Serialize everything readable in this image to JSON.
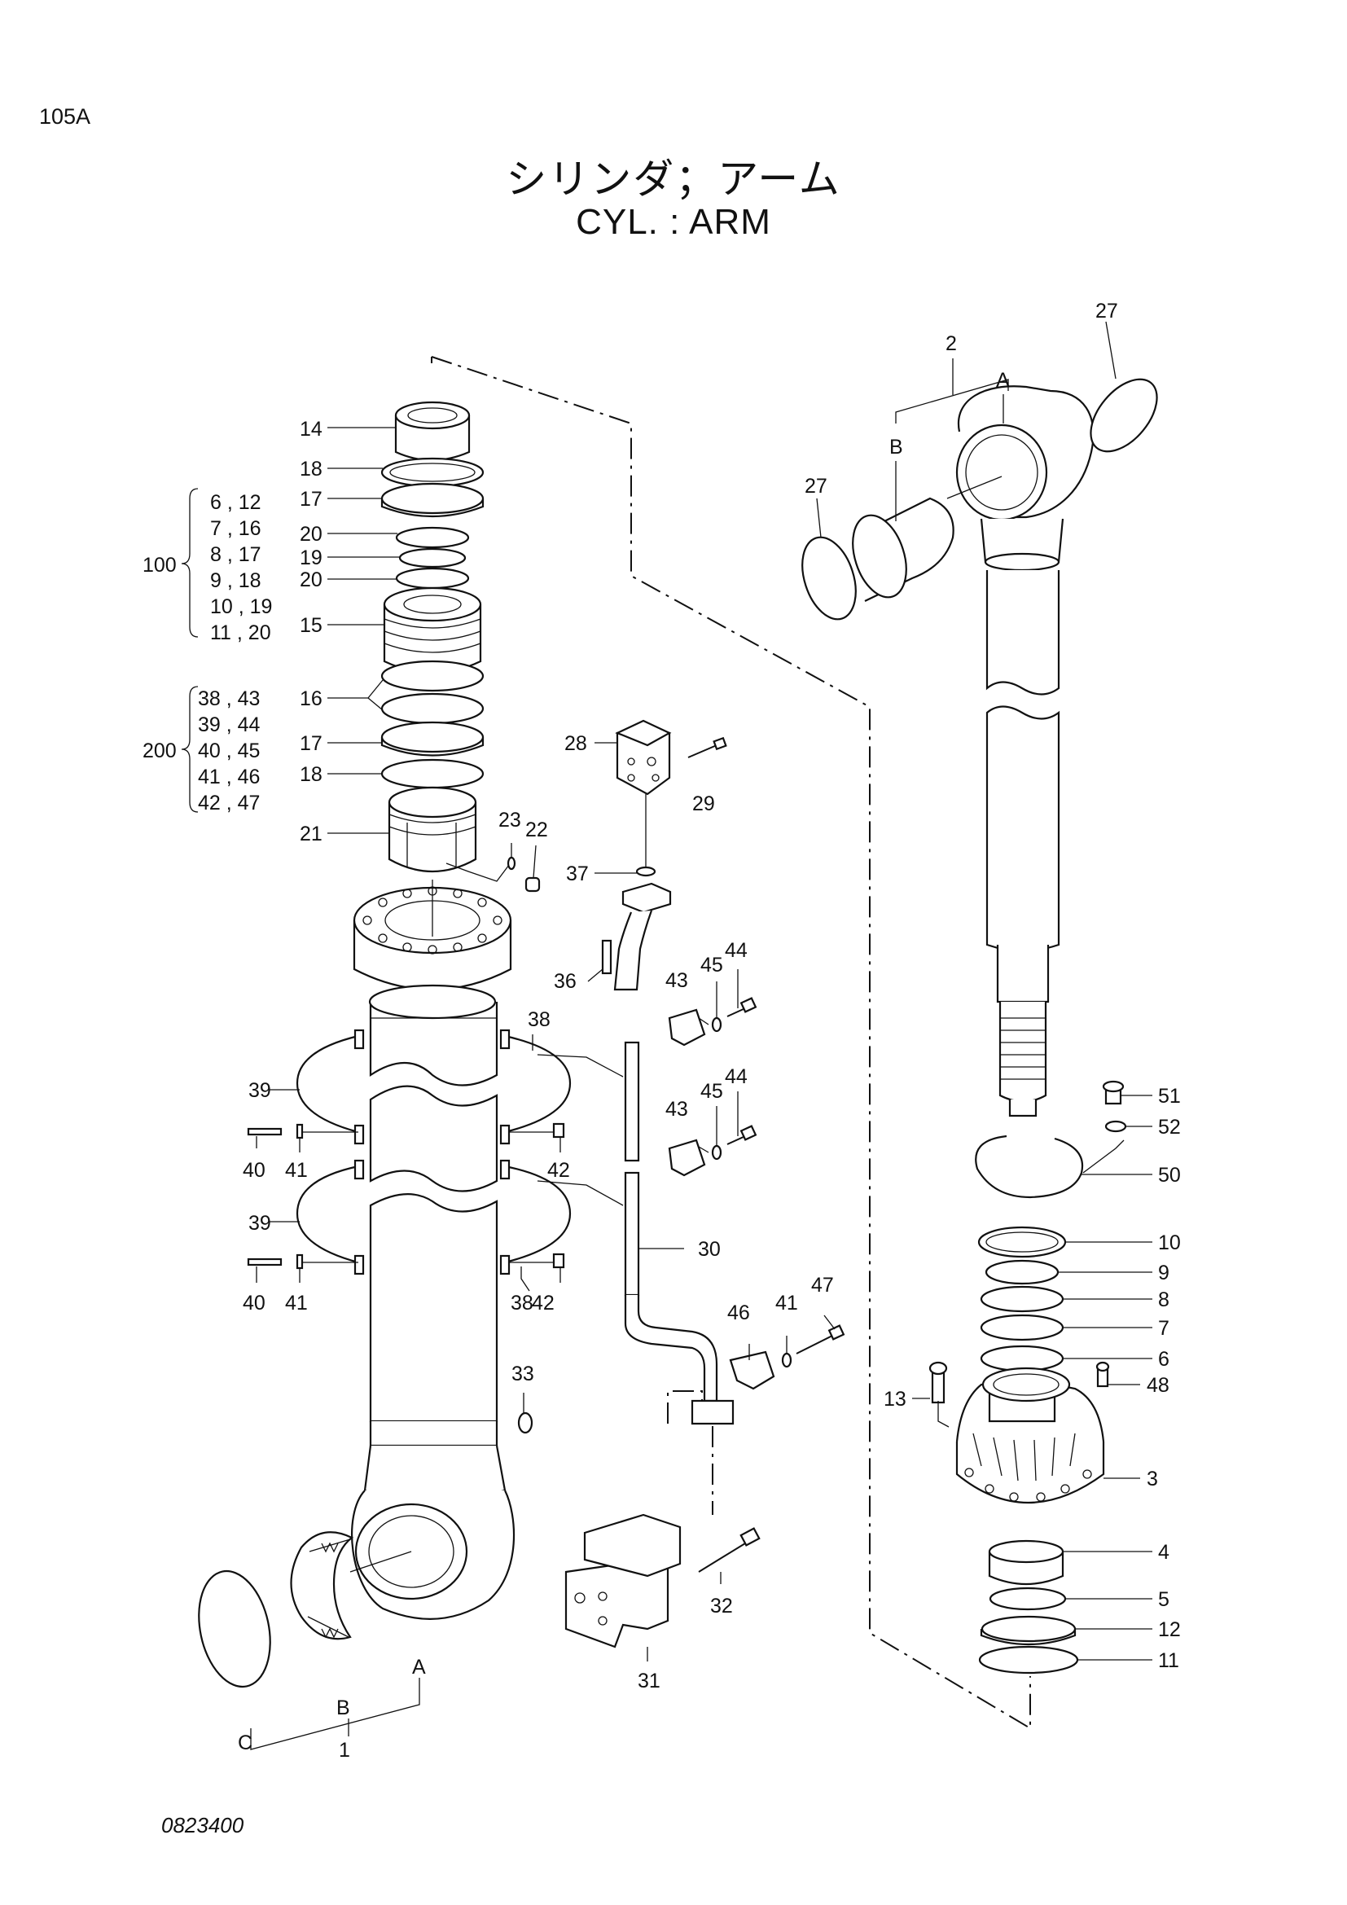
{
  "header": {
    "page_number": "105A",
    "title_japanese": "シリンダ；アーム",
    "title_english": "CYL. : ARM"
  },
  "footer": {
    "drawing_number": "0823400"
  },
  "kits": [
    {
      "id": "100",
      "items": [
        "6 , 12",
        "7 , 16",
        "8 , 17",
        "9 , 18",
        "10 , 19",
        "11 , 20"
      ]
    },
    {
      "id": "200",
      "items": [
        "38 , 43",
        "39 , 44",
        "40 , 45",
        "41 , 46",
        "42 , 47"
      ]
    }
  ],
  "callouts": [
    "14",
    "18",
    "17",
    "20",
    "19",
    "20",
    "15",
    "16",
    "17",
    "18",
    "21",
    "23",
    "22",
    "28",
    "29",
    "37",
    "36",
    "45",
    "44",
    "43",
    "38",
    "39",
    "40",
    "41",
    "42",
    "43",
    "45",
    "44",
    "39",
    "40",
    "41",
    "38",
    "42",
    "30",
    "47",
    "41",
    "46",
    "33",
    "32",
    "31",
    "A",
    "B",
    "C",
    "1",
    "2",
    "A",
    "B",
    "27",
    "27",
    "51",
    "52",
    "50",
    "10",
    "9",
    "8",
    "7",
    "6",
    "13",
    "48",
    "3",
    "4",
    "5",
    "12",
    "11"
  ]
}
